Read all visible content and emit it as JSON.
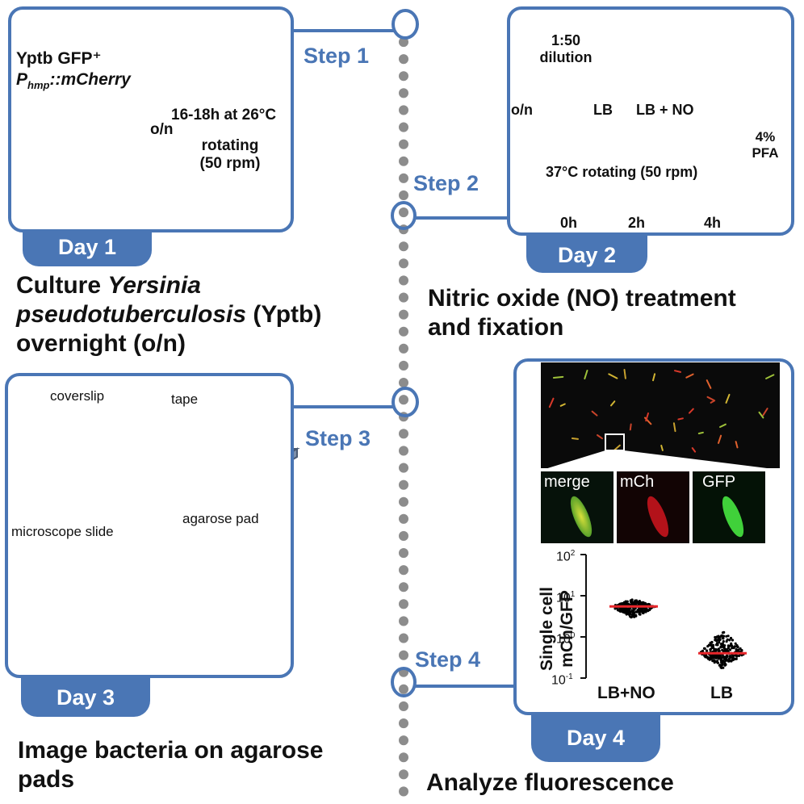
{
  "steps": [
    "Step 1",
    "Step 2",
    "Step 3",
    "Step 4"
  ],
  "days": [
    "Day 1",
    "Day 2",
    "Day 3",
    "Day 4"
  ],
  "day1": {
    "strain_line1": "Yptb GFP⁺",
    "promoter": "P",
    "promoter_sub": "hmp",
    "reporter": "::mCherry",
    "tube_label": "o/n",
    "condition": "16-18h at 26°C",
    "rotation_1": "rotating",
    "rotation_2": "(50 rpm)",
    "caption_1": "Culture ",
    "caption_italic_1": "Yersinia",
    "caption_italic_2": "pseudotuberculosis",
    "caption_2": " (Yptb)",
    "caption_3": "overnight (o/n)"
  },
  "day2": {
    "dilution_1": "1:50",
    "dilution_2": "dilution",
    "tube_on": "o/n",
    "tube_lb": "LB",
    "tube_lbno": "LB + NO",
    "fix_1": "4%",
    "fix_2": "PFA",
    "incubation": "37°C rotating (50 rpm)",
    "timepoints": [
      "0h",
      "2h",
      "4h"
    ],
    "caption_1": "Nitric oxide (NO) treatment",
    "caption_2": "and fixation"
  },
  "day3": {
    "coverslip": "coverslip",
    "tape": "tape",
    "slide": "microscope slide",
    "pad": "agarose pad",
    "caption_1": "Image bacteria on agarose",
    "caption_2": "pads"
  },
  "day4": {
    "channels": [
      "merge",
      "mCh",
      "GFP"
    ],
    "caption": "Analyze fluorescence"
  },
  "chart_data": {
    "type": "scatter",
    "ylabel": "Single cell mCh/GFP",
    "yscale": "log",
    "ylim": [
      0.1,
      100
    ],
    "yticks": [
      "10^-1",
      "10^0",
      "10^1",
      "10^2"
    ],
    "categories": [
      "LB+NO",
      "LB"
    ],
    "medians": [
      5.5,
      0.4
    ],
    "ranges": [
      [
        2.5,
        9.0
      ],
      [
        0.15,
        2.0
      ]
    ],
    "colors": {
      "points": "#000000",
      "median": "#e8262b"
    }
  },
  "colors": {
    "accent": "#4a76b5",
    "divider": "#8c8c8c"
  }
}
